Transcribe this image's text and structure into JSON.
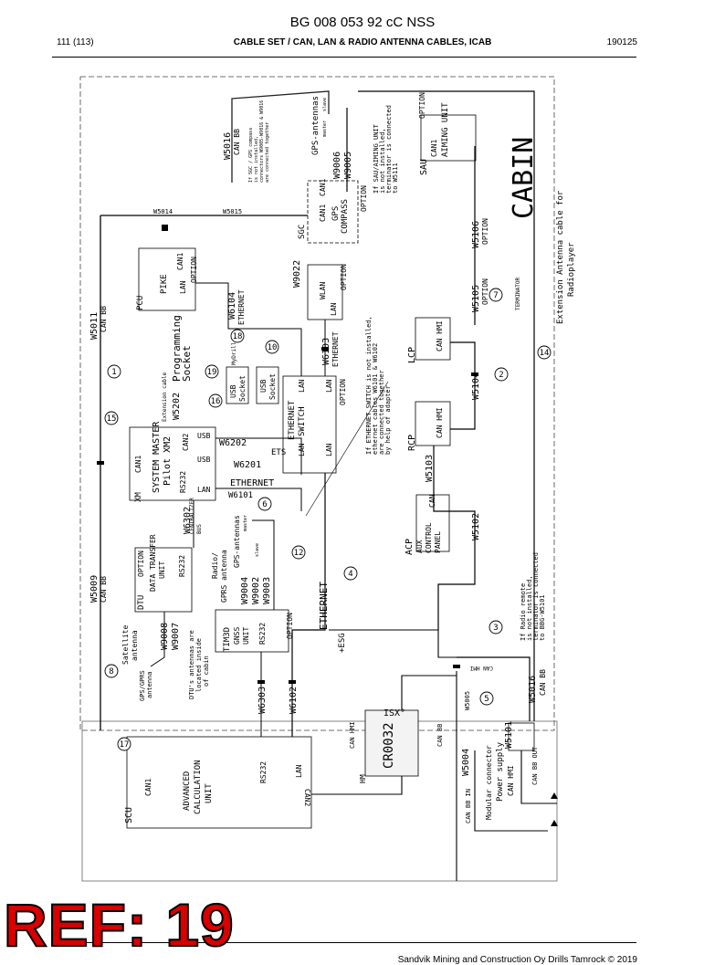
{
  "header": {
    "doc_number": "BG 008 053 92 cC NSS",
    "page": "111 (113)",
    "title": "CABLE SET / CAN, LAN & RADIO ANTENNA CABLES, ICAB",
    "date": "190125"
  },
  "footer": {
    "ref": "REF: 19",
    "copyright": "Sandvik Mining and Construction Oy Drills Tamrock © 2019"
  },
  "diagram": {
    "area_label": "CABIN",
    "modules": {
      "sgc": {
        "name": "SGC",
        "lines": [
          "GPS",
          "COMPASS"
        ],
        "ports": [
          "CAN1",
          "CAN1"
        ],
        "option": "OPTION"
      },
      "gps_antennas_top": {
        "title": "GPS-antennas",
        "tags": [
          "master",
          "slave"
        ]
      },
      "sgc_note": [
        "If SGC / GPS compass",
        "is not installed,",
        "connectors W9005-W9016 & W9016",
        "are connected together"
      ],
      "sau": {
        "name": "SAU",
        "lines": [
          "CAN1",
          "AIMING UNIT"
        ],
        "option": "OPTION"
      },
      "sau_note": [
        "If SAU/AIMING UNIT",
        "is not installed,",
        "terminator is connected",
        "to W5111"
      ],
      "pcu": {
        "name": "PCU",
        "lines": [
          "PIKE"
        ],
        "ports": [
          "CAN1",
          "LAN"
        ],
        "option": "OPTION"
      },
      "wlan": {
        "name": "WLAN",
        "port": "LAN",
        "option": "OPTION",
        "cable": "W9022"
      },
      "lcp": {
        "name": "LCP",
        "port": "CAN HMI"
      },
      "rcp": {
        "name": "RCP",
        "port": "CAN HMI"
      },
      "acp": {
        "name": "ACP",
        "lines": [
          "AUX",
          "CONTROL",
          "PANEL"
        ],
        "port": "CAN"
      },
      "usb_socket_a": {
        "lines": [
          "USB",
          "Socket"
        ],
        "tag": "MyDrill"
      },
      "usb_socket_b": {
        "lines": [
          "USB",
          "Socket"
        ]
      },
      "programming": {
        "cable": "W5202",
        "lines": [
          "Programming",
          "Socket"
        ],
        "ext": "Extension cable"
      },
      "ethernet_switch": {
        "lines": [
          "ETHERNET",
          "SWITCH"
        ],
        "ports": [
          "LAN",
          "LAN",
          "LAN",
          "LAN"
        ],
        "option": "OPTION",
        "ets": "ETS"
      },
      "ets_note": [
        "If ETHERNET SWITCH is not installed,",
        "ethernet cables W6101 & W6102",
        "are connected together",
        "by help of adapter"
      ],
      "xm": {
        "name": "XM",
        "lines": [
          "SYSTEM MASTER",
          "Pilot XM2"
        ],
        "ports": [
          "CAN1",
          "CAN2",
          "USB",
          "USB",
          "RS232",
          "LAN"
        ]
      },
      "dtu": {
        "name": "DTU",
        "lines": [
          "DATA TRANSFER",
          "UNIT"
        ],
        "port": "RS232",
        "option": "OPTION"
      },
      "gnss": {
        "name": "TIM3D",
        "lines": [
          "GNSS",
          "UNIT"
        ],
        "port": "RS232",
        "option": "OPTION"
      },
      "radio_gps": {
        "lines": [
          "Radio/",
          "GPRS antenna"
        ]
      },
      "gps_antennas_mid": {
        "title": "GPS-antennas",
        "tags": [
          "master",
          "slave"
        ]
      },
      "satellite": {
        "lines": [
          "Satellite",
          "antenna"
        ]
      },
      "gps_gprs": {
        "lines": [
          "GPS/GPRS",
          "antenna"
        ]
      },
      "dtu_note": [
        "DTU's antennas are",
        "located inside",
        "of cabin"
      ],
      "radio_note": [
        "If Radio remote",
        "is not installed,",
        "terminator is connected",
        "to BBG-W5101"
      ],
      "scu": {
        "name": "SCU",
        "lines": [
          "ADVANCED",
          "CALCULATION",
          "UNIT"
        ],
        "ports": [
          "CAN1",
          "RS232",
          "LAN",
          "CAN2"
        ]
      },
      "cr0032": {
        "label": "CR0032",
        "brand": "ISX°",
        "hm": "HM",
        "can_hmi": "CAN HMI",
        "can_bb": "CAN BB"
      },
      "modular": {
        "lines": [
          "Modular connector",
          "Power supply"
        ],
        "ports": [
          "CAN HMI",
          "CAN BB OUT",
          "CAN BB IN"
        ]
      },
      "extension": [
        "Extension Antenna cable for",
        "Radioplayer"
      ]
    },
    "cables": {
      "W5016a": "W5016",
      "can_bb_a": "CAN BB",
      "W9006": "W9006",
      "W9005": "W9005",
      "W5014": "W5014",
      "W5015": "W5015",
      "W5106": "W5106",
      "W5106_opt": "OPTION",
      "W5105": "W5105",
      "W5105_opt": "OPTION",
      "terminator": "TERMINATOR",
      "W5011": "W5011",
      "can_bb_b": "CAN BB",
      "W6104": "W6104",
      "eth_a": "ETHERNET",
      "W6103": "W6103",
      "eth_b": "ETHERNET",
      "W5104": "W5104",
      "W5103": "W5103",
      "W5102": "W5102",
      "W6202": "W6202",
      "W6201": "W6201",
      "W6101": "W6101",
      "eth_c": "ETHERNET",
      "W6302": "W6302",
      "central": "CENTRALIZER",
      "bus": "BUS",
      "W9004": "W9004",
      "W9002": "W9002",
      "W9003": "W9003",
      "W5009": "W5009",
      "can_bb_c": "CAN BB",
      "W9008": "W9008",
      "W9007": "W9007",
      "eth_d": "ETHERNET",
      "esg": "+ESG",
      "W6303": "W6303",
      "W6102": "W6102",
      "W5016b": "W5016",
      "can_bb_d": "CAN BB",
      "can_hmi": "CAN HMI",
      "W5005": "W5005",
      "W5101": "W5101",
      "W5004": "W5004"
    },
    "callouts": [
      "1",
      "2",
      "3",
      "4",
      "5",
      "6",
      "7",
      "8",
      "10",
      "12",
      "14",
      "15",
      "16",
      "17",
      "18",
      "19"
    ]
  }
}
